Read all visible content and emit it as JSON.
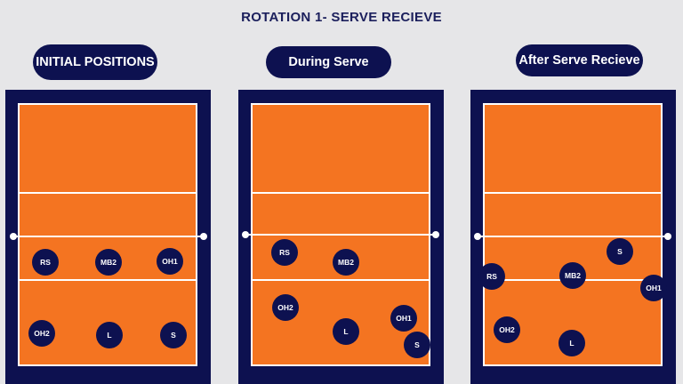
{
  "title": "ROTATION 1- SERVE RECIEVE",
  "panels": [
    {
      "label": "INITIAL POSITIONS",
      "players": [
        "RS",
        "MB2",
        "OH1",
        "OH2",
        "L",
        "S"
      ]
    },
    {
      "label": "During Serve",
      "players": [
        "RS",
        "MB2",
        "OH2",
        "L",
        "OH1",
        "S"
      ]
    },
    {
      "label": "After Serve Recieve",
      "players": [
        "S",
        "RS",
        "MB2",
        "OH1",
        "OH2",
        "L"
      ]
    }
  ],
  "colors": {
    "navy": "#0d1150",
    "court": "#f47421",
    "lines": "#ffffff"
  }
}
